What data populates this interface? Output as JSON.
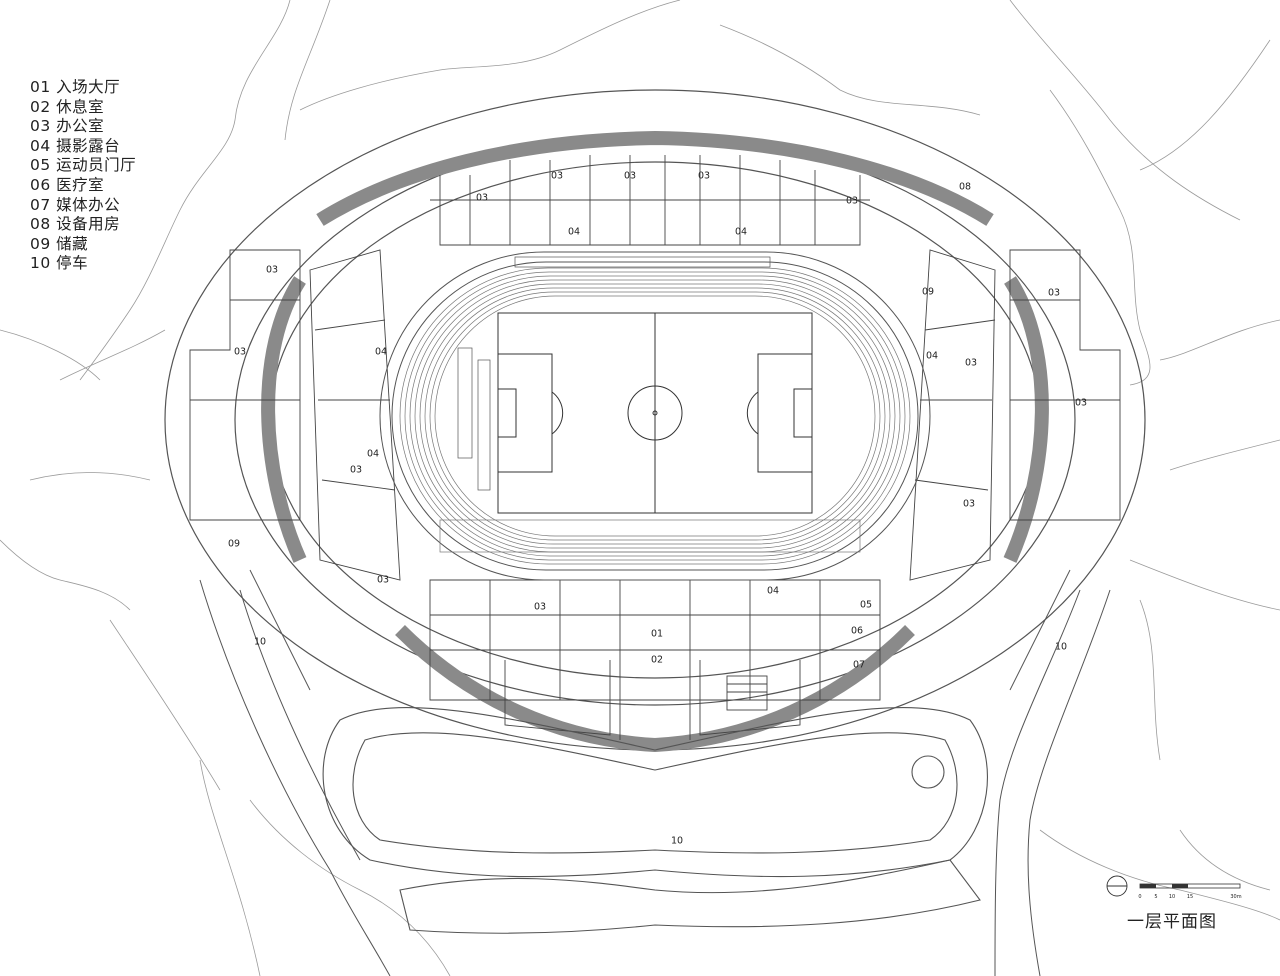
{
  "legend": [
    {
      "code": "01",
      "name": "入场大厅"
    },
    {
      "code": "02",
      "name": "休息室"
    },
    {
      "code": "03",
      "name": "办公室"
    },
    {
      "code": "04",
      "name": "摄影露台"
    },
    {
      "code": "05",
      "name": "运动员门厅"
    },
    {
      "code": "06",
      "name": "医疗室"
    },
    {
      "code": "07",
      "name": "媒体办公"
    },
    {
      "code": "08",
      "name": "设备用房"
    },
    {
      "code": "09",
      "name": "储藏"
    },
    {
      "code": "10",
      "name": "停车"
    }
  ],
  "labels": [
    {
      "id": "a",
      "text": "03"
    },
    {
      "id": "b",
      "text": "03"
    },
    {
      "id": "c",
      "text": "03"
    },
    {
      "id": "d",
      "text": "03"
    },
    {
      "id": "e",
      "text": "03"
    },
    {
      "id": "f",
      "text": "08"
    },
    {
      "id": "g",
      "text": "04"
    },
    {
      "id": "h",
      "text": "04"
    },
    {
      "id": "i",
      "text": "03"
    },
    {
      "id": "j",
      "text": "09"
    },
    {
      "id": "k",
      "text": "03"
    },
    {
      "id": "l",
      "text": "03"
    },
    {
      "id": "m",
      "text": "04"
    },
    {
      "id": "n",
      "text": "04"
    },
    {
      "id": "o",
      "text": "03"
    },
    {
      "id": "p",
      "text": "03"
    },
    {
      "id": "q",
      "text": "04"
    },
    {
      "id": "r",
      "text": "03"
    },
    {
      "id": "s",
      "text": "03"
    },
    {
      "id": "t",
      "text": "09"
    },
    {
      "id": "u",
      "text": "03"
    },
    {
      "id": "v",
      "text": "03"
    },
    {
      "id": "w",
      "text": "04"
    },
    {
      "id": "x",
      "text": "05"
    },
    {
      "id": "y",
      "text": "06"
    },
    {
      "id": "z",
      "text": "01"
    },
    {
      "id": "aa",
      "text": "02"
    },
    {
      "id": "ab",
      "text": "07"
    },
    {
      "id": "ac",
      "text": "10"
    },
    {
      "id": "ad",
      "text": "10"
    },
    {
      "id": "ae",
      "text": "10"
    }
  ],
  "scale_bar": {
    "ticks": [
      "0",
      "5",
      "10",
      "15",
      "30m"
    ]
  },
  "title": "一层平面图"
}
